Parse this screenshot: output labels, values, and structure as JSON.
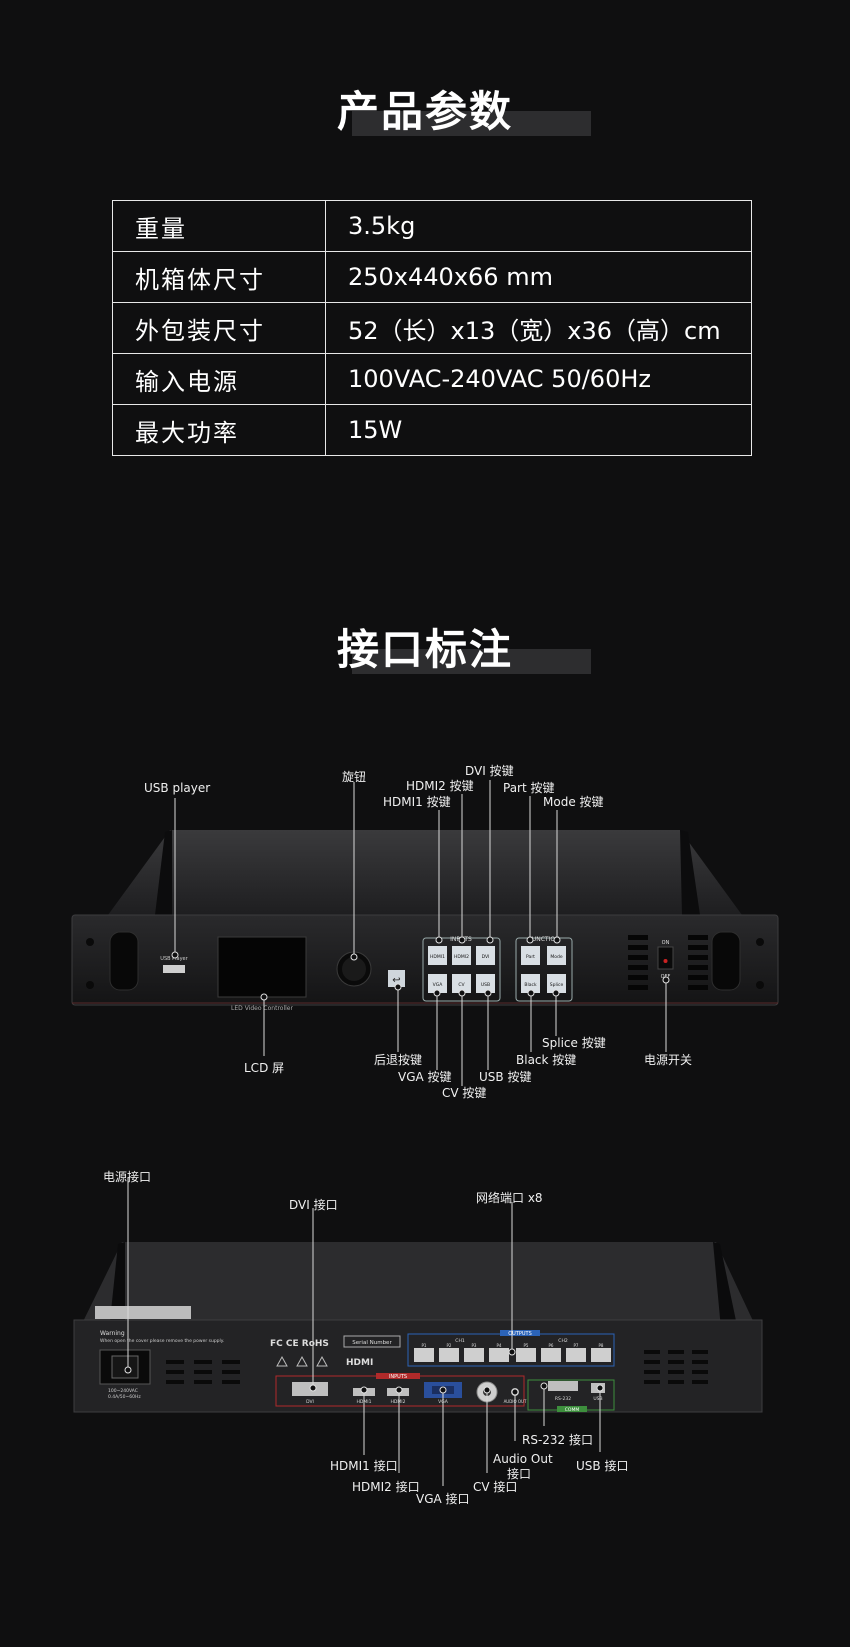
{
  "params": {
    "title": "产品参数",
    "rows": [
      {
        "key": "重量",
        "value": "3.5kg"
      },
      {
        "key": "机箱体尺寸",
        "value": "250x440x66 mm"
      },
      {
        "key": "外包装尺寸",
        "value": "52（长）x13（宽）x36（高）cm"
      },
      {
        "key": "输入电源",
        "value": "100VAC-240VAC 50/60Hz"
      },
      {
        "key": "最大功率",
        "value": "15W"
      }
    ]
  },
  "ports": {
    "title": "接口标注",
    "front": {
      "usb_player": "USB player",
      "knob": "旋钮",
      "dvi_btn": "DVI 按键",
      "hdmi2_btn": "HDMI2 按键",
      "hdmi1_btn": "HDMI1 按键",
      "part_btn": "Part 按键",
      "mode_btn": "Mode 按键",
      "lcd": "LCD 屏",
      "back_btn": "后退按键",
      "vga_btn": "VGA 按键",
      "cv_btn": "CV 按键",
      "usb_btn": "USB 按键",
      "black_btn": "Black 按键",
      "splice_btn": "Splice 按键",
      "power_switch": "电源开关",
      "panel_inputs": "INPUTS",
      "panel_function": "FUNCTION",
      "panel_usb_player": "USB Player",
      "panel_lcd_caption": "LED Video Controller",
      "panel_on": "ON",
      "panel_off": "OFF",
      "keys_inputs": [
        "HDMI1",
        "HDMI2",
        "DVI",
        "VGA",
        "CV",
        "USB"
      ],
      "keys_function": [
        "Part",
        "Mode",
        "Black",
        "Splice"
      ]
    },
    "rear": {
      "power_port": "电源接口",
      "dvi_port": "DVI 接口",
      "net_ports": "网络端口 x8",
      "hdmi1_port": "HDMI1 接口",
      "hdmi2_port": "HDMI2 接口",
      "vga_port": "VGA 接口",
      "cv_port": "CV 接口",
      "audio_out_1": "Audio Out",
      "audio_out_2": "接口",
      "rs232_port": "RS-232 接口",
      "usb_port": "USB 接口",
      "panel_warning": "Warning",
      "panel_warning_text": "When open the cover please remove the power supply.",
      "panel_power_rating_1": "100~240VAC",
      "panel_power_rating_2": "0.4A/50~60Hz",
      "panel_certs": "FC CE RoHS",
      "panel_serial": "Serial Number",
      "panel_hdmi_logo": "HDMI",
      "panel_outputs": "OUTPUTS",
      "panel_inputs": "INPUTS",
      "panel_ch1": "CH1",
      "panel_ch2": "CH2",
      "panel_net_labels": [
        "P1",
        "P2",
        "P3",
        "P4",
        "P5",
        "P6",
        "P7",
        "P8"
      ],
      "panel_dvi": "DVI",
      "panel_hdmi1": "HDMI1",
      "panel_hdmi2": "HDMI2",
      "panel_vga": "VGA",
      "panel_audio": "AUDIO OUT",
      "panel_rs232": "RS-232",
      "panel_usb": "USB",
      "panel_comm": "COMM"
    }
  }
}
